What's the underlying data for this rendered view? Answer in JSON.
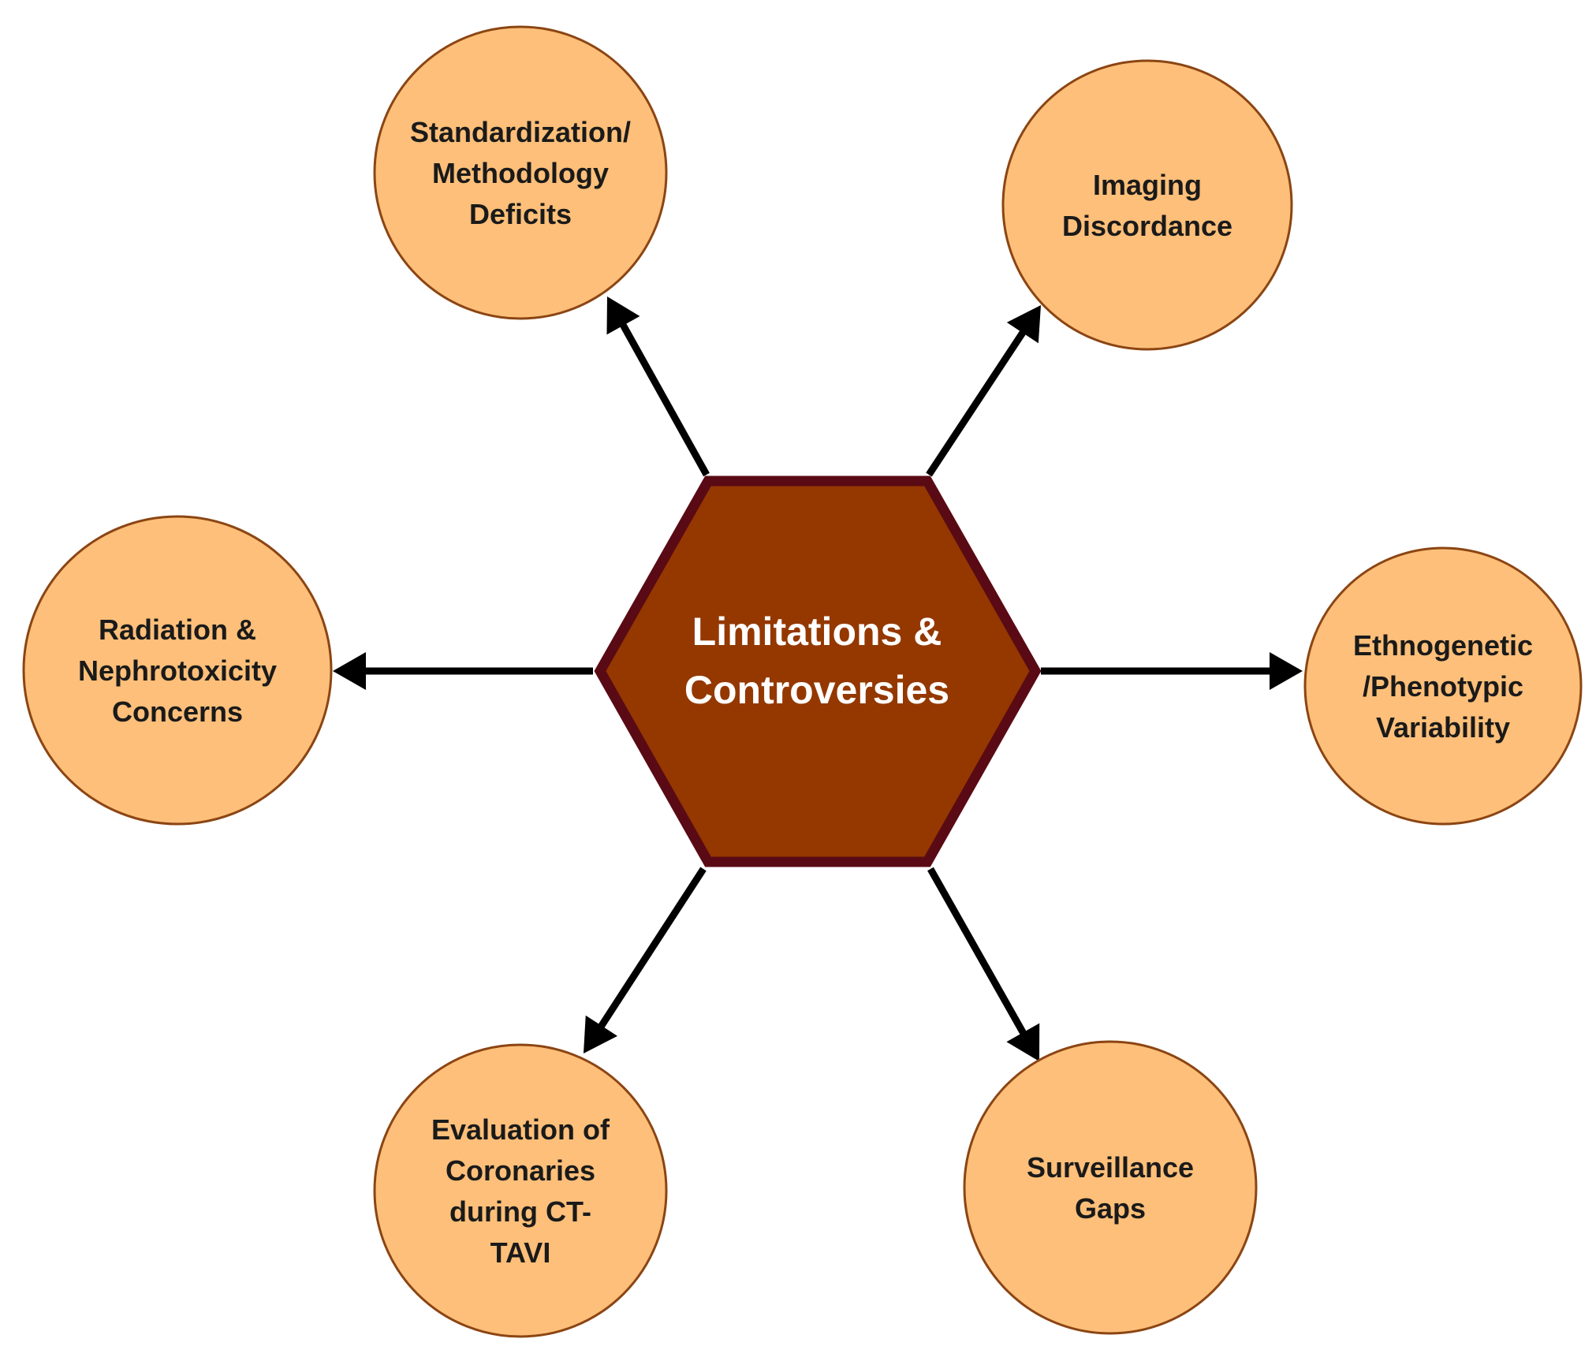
{
  "colors": {
    "node_fill": "#FDBF79",
    "node_stroke": "#8B4513",
    "node_text": "#1a1a1a",
    "hub_fill": "#943800",
    "hub_stroke": "#5A0A14",
    "hub_text": "#FFFFFF",
    "arrow": "#000000"
  },
  "hub": {
    "lines": [
      "Limitations &",
      "Controversies"
    ]
  },
  "nodes": [
    {
      "id": "standardization",
      "lines": [
        "Standardization/",
        "Methodology",
        "Deficits"
      ]
    },
    {
      "id": "imaging",
      "lines": [
        "Imaging",
        "Discordance"
      ]
    },
    {
      "id": "radiation",
      "lines": [
        "Radiation &",
        "Nephrotoxicity",
        "Concerns"
      ]
    },
    {
      "id": "ethnogenetic",
      "lines": [
        "Ethnogenetic",
        "/Phenotypic",
        "Variability"
      ]
    },
    {
      "id": "coronaries",
      "lines": [
        "Evaluation of",
        "Coronaries",
        "during CT-",
        "TAVI"
      ]
    },
    {
      "id": "surveillance",
      "lines": [
        "Surveillance",
        "Gaps"
      ]
    }
  ]
}
